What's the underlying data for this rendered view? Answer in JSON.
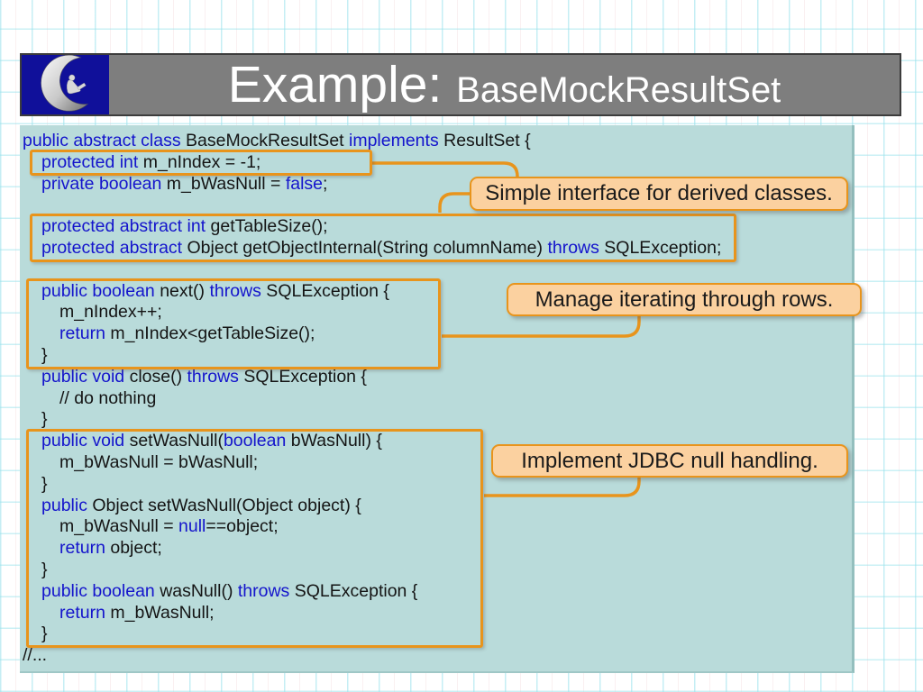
{
  "colors": {
    "accent_orange": "#E8941C",
    "callout_fill": "#FBD1A0",
    "keyword_blue": "#1414CC",
    "panel_blue": "#B9DBDA",
    "bar_gray": "#7E7E7E",
    "logo_navy": "#10109A",
    "code_black": "#141414",
    "grid_cyan": "#BEEBF0"
  },
  "title_bar": {
    "main": "Example: ",
    "sub": "BaseMockResultSet"
  },
  "callouts": [
    {
      "text": "Simple interface for derived classes."
    },
    {
      "text": "Manage iterating through rows."
    },
    {
      "text": "Implement JDBC null handling."
    }
  ],
  "code": {
    "lines": [
      {
        "ind": 0,
        "segs": [
          {
            "t": "public abstract class ",
            "c": "kw"
          },
          {
            "t": "BaseMockResultSet "
          },
          {
            "t": "implements ",
            "c": "kw"
          },
          {
            "t": "ResultSet {"
          }
        ]
      },
      {
        "ind": 1,
        "segs": [
          {
            "t": "protected int ",
            "c": "kw"
          },
          {
            "t": "m_nIndex = -1;"
          }
        ]
      },
      {
        "ind": 1,
        "segs": [
          {
            "t": "private boolean ",
            "c": "kw"
          },
          {
            "t": "m_bWasNull = "
          },
          {
            "t": "false",
            "c": "kw"
          },
          {
            "t": ";"
          }
        ]
      },
      {
        "ind": 0,
        "segs": []
      },
      {
        "ind": 1,
        "segs": [
          {
            "t": "protected abstract int ",
            "c": "kw"
          },
          {
            "t": "getTableSize();"
          }
        ]
      },
      {
        "ind": 1,
        "segs": [
          {
            "t": "protected abstract ",
            "c": "kw"
          },
          {
            "t": "Object getObjectInternal(String columnName) "
          },
          {
            "t": "throws",
            "c": "kw"
          },
          {
            "t": " SQLException;"
          }
        ]
      },
      {
        "ind": 0,
        "segs": []
      },
      {
        "ind": 1,
        "segs": [
          {
            "t": "public boolean ",
            "c": "kw"
          },
          {
            "t": "next() "
          },
          {
            "t": "throws",
            "c": "kw"
          },
          {
            "t": " SQLException {"
          }
        ]
      },
      {
        "ind": 2,
        "segs": [
          {
            "t": "m_nIndex++;"
          }
        ]
      },
      {
        "ind": 2,
        "segs": [
          {
            "t": "return",
            "c": "kw"
          },
          {
            "t": " m_nIndex<getTableSize();"
          }
        ]
      },
      {
        "ind": 1,
        "segs": [
          {
            "t": "}"
          }
        ]
      },
      {
        "ind": 1,
        "segs": [
          {
            "t": "public void ",
            "c": "kw"
          },
          {
            "t": "close() "
          },
          {
            "t": "throws",
            "c": "kw"
          },
          {
            "t": " SQLException {"
          }
        ]
      },
      {
        "ind": 2,
        "segs": [
          {
            "t": "// do nothing"
          }
        ]
      },
      {
        "ind": 1,
        "segs": [
          {
            "t": "}"
          }
        ]
      },
      {
        "ind": 1,
        "segs": [
          {
            "t": "public void ",
            "c": "kw"
          },
          {
            "t": "setWasNull("
          },
          {
            "t": "boolean",
            "c": "kw"
          },
          {
            "t": " bWasNull) {"
          }
        ]
      },
      {
        "ind": 2,
        "segs": [
          {
            "t": "m_bWasNull = bWasNull;"
          }
        ]
      },
      {
        "ind": 1,
        "segs": [
          {
            "t": "}"
          }
        ]
      },
      {
        "ind": 1,
        "segs": [
          {
            "t": "public ",
            "c": "kw"
          },
          {
            "t": "Object setWasNull(Object object) {"
          }
        ]
      },
      {
        "ind": 2,
        "segs": [
          {
            "t": "m_bWasNull = "
          },
          {
            "t": "null",
            "c": "kw"
          },
          {
            "t": "==object;"
          }
        ]
      },
      {
        "ind": 2,
        "segs": [
          {
            "t": "return",
            "c": "kw"
          },
          {
            "t": " object;"
          }
        ]
      },
      {
        "ind": 1,
        "segs": [
          {
            "t": "}"
          }
        ]
      },
      {
        "ind": 1,
        "segs": [
          {
            "t": "public boolean ",
            "c": "kw"
          },
          {
            "t": "wasNull() "
          },
          {
            "t": "throws",
            "c": "kw"
          },
          {
            "t": " SQLException {"
          }
        ]
      },
      {
        "ind": 2,
        "segs": [
          {
            "t": "return",
            "c": "kw"
          },
          {
            "t": " m_bWasNull;"
          }
        ]
      },
      {
        "ind": 1,
        "segs": [
          {
            "t": "}"
          }
        ]
      },
      {
        "ind": 0,
        "segs": [
          {
            "t": "//..."
          }
        ]
      }
    ]
  }
}
